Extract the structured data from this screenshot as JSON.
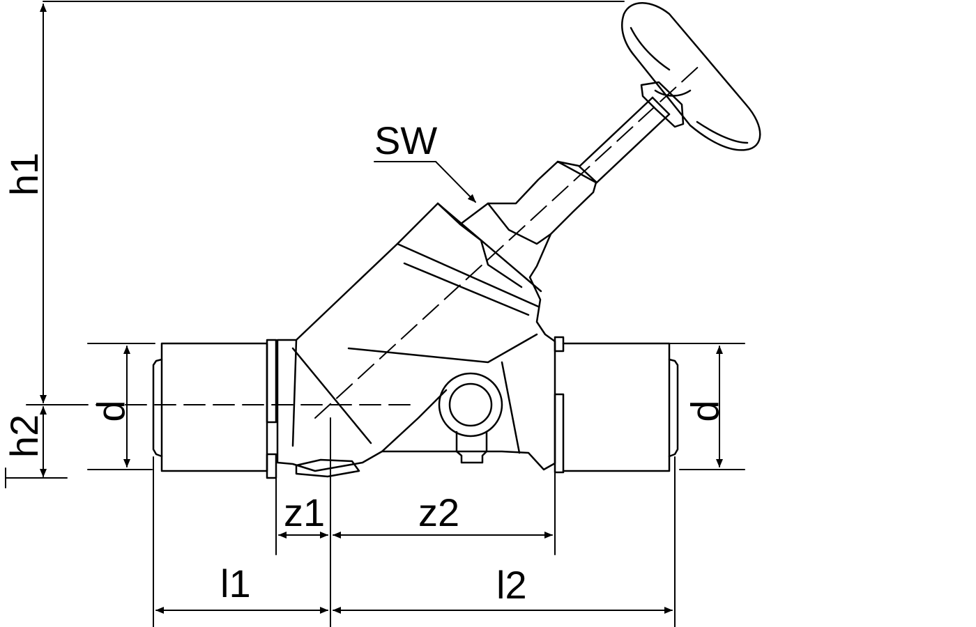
{
  "labels": {
    "h1": "h1",
    "h2": "h2",
    "d_left": "d",
    "d_right": "d",
    "sw": "SW",
    "z1": "z1",
    "z2": "z2",
    "l1": "l1",
    "l2": "l2"
  },
  "colors": {
    "line": "#000000",
    "background": "#ffffff"
  }
}
